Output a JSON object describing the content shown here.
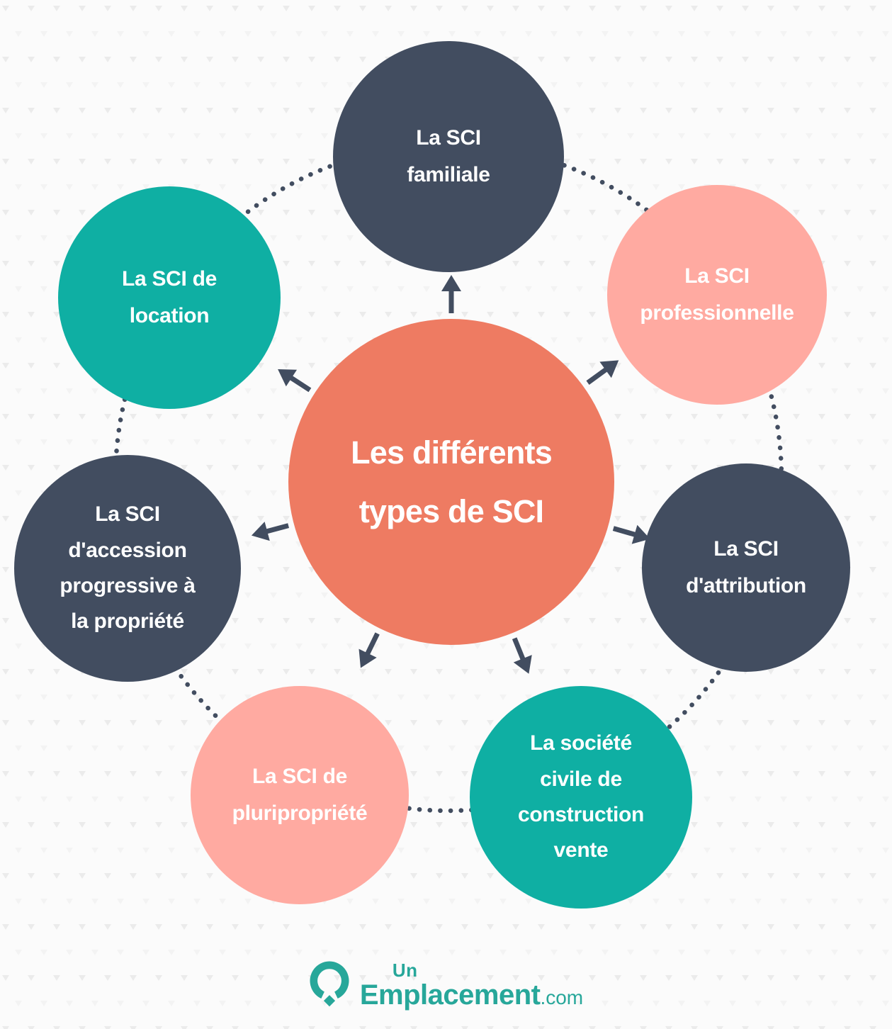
{
  "palette": {
    "navy": "#424d60",
    "teal": "#0fafa3",
    "pink": "#ffaaa1",
    "coral": "#ee7b62",
    "background": "#fbfbfb",
    "pattern_triangle_dark": "#ebebeb",
    "pattern_triangle_light": "#f3f3f3",
    "connector": "#424d60",
    "logo_teal": "#27a79a"
  },
  "center": {
    "title": "Les différents\ntypes de SCI",
    "color": "#ee7b62"
  },
  "nodes": [
    {
      "id": "familiale",
      "label": "La SCI\nfamiliale",
      "color": "#424d60"
    },
    {
      "id": "professionnelle",
      "label": "La SCI\nprofessionnelle",
      "color": "#ffaaa1"
    },
    {
      "id": "attribution",
      "label": "La SCI\nd'attribution",
      "color": "#424d60"
    },
    {
      "id": "construction-vente",
      "label": "La société\ncivile de\nconstruction\nvente",
      "color": "#0fafa3"
    },
    {
      "id": "pluripropriete",
      "label": "La SCI de\npluripropriété",
      "color": "#ffaaa1"
    },
    {
      "id": "accession",
      "label": "La SCI\nd'accession\nprogressive à\nla propriété",
      "color": "#424d60"
    },
    {
      "id": "location",
      "label": "La SCI de\nlocation",
      "color": "#0fafa3"
    }
  ],
  "footer": {
    "logo": {
      "prefix": "Un",
      "name": "Emplacement",
      "suffix": ".com",
      "color": "#27a79a"
    }
  }
}
